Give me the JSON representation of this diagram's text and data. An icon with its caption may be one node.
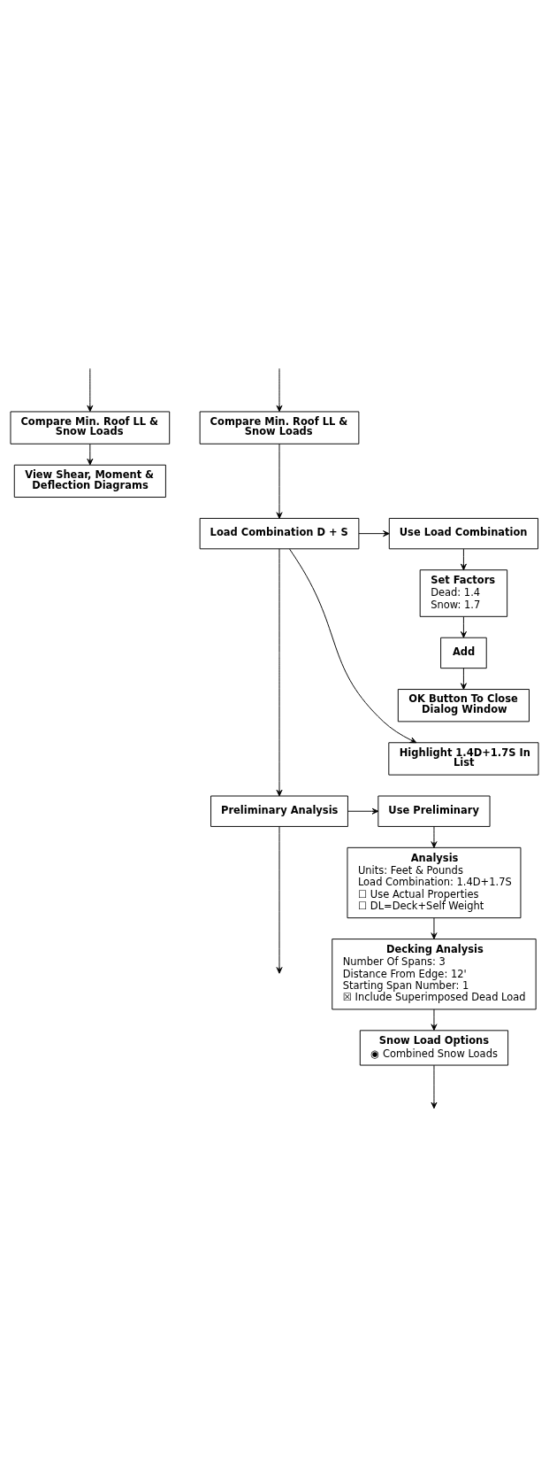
{
  "diagram": {
    "nodes": [
      {
        "text": [
          "Compare Min. Roof LL & Snow Loads"
        ]
      },
      {
        "text": [
          "Compare Min. Roof LL & Snow Loads"
        ]
      },
      {
        "text": [
          "View Shear, Moment & Deflection Diagrams"
        ]
      },
      {
        "text": [
          "Load Combination D + S"
        ]
      },
      {
        "text": [
          "Use Load Combination"
        ]
      },
      {
        "text": [
          "Set Factors",
          "Dead: 1.4",
          "Snow: 1.7"
        ]
      },
      {
        "text": [
          "Add"
        ]
      },
      {
        "text": [
          "OK Button To Close Dialog Window"
        ]
      },
      {
        "text": [
          "Highlight 1.4D+1.7S In List"
        ]
      },
      {
        "text": [
          "Preliminary Analysis"
        ]
      },
      {
        "text": [
          "Use Preliminary"
        ]
      },
      {
        "text": [
          "Analysis",
          "Units: Feet & Pounds",
          "Load Combination: 1.4D+1.7S",
          "☐ Use Actual Properties",
          "☐ DL=Deck+Self Weight"
        ]
      },
      {
        "text": [
          "Decking Analysis",
          "Number Of Spans: 3",
          "Distance From Edge: 12'",
          "Starting Span Number: 1",
          "☒ Include Superimposed Dead Load"
        ]
      },
      {
        "text": [
          "Snow Load Options",
          "◉ Combined Snow Loads"
        ]
      }
    ],
    "edges": [
      {
        "from": null,
        "to": 0,
        "arrow": "to"
      },
      {
        "from": null,
        "to": 1,
        "arrow": "to"
      },
      {
        "from": 1,
        "to": 2,
        "arrow": "to"
      },
      {
        "from": 0,
        "to": 3,
        "arrow": "to"
      },
      {
        "from": 3,
        "to": 4,
        "arrow": "to"
      },
      {
        "from": 4,
        "to": 5,
        "arrow": "to"
      },
      {
        "from": 5,
        "to": 6,
        "arrow": "to"
      },
      {
        "from": 6,
        "to": 7,
        "arrow": "to"
      },
      {
        "from": 3,
        "to": 8,
        "arrow": "to"
      },
      {
        "from": 3,
        "to": 9,
        "arrow": "to"
      },
      {
        "from": 9,
        "to": 10,
        "arrow": "to"
      },
      {
        "from": 10,
        "to": 11,
        "arrow": "to"
      },
      {
        "from": 11,
        "to": 12,
        "arrow": "to"
      },
      {
        "from": 12,
        "to": 13,
        "arrow": "to"
      },
      {
        "from": 9,
        "to": null,
        "arrow": "to"
      },
      {
        "from": 13,
        "to": null,
        "arrow": "to"
      }
    ]
  }
}
